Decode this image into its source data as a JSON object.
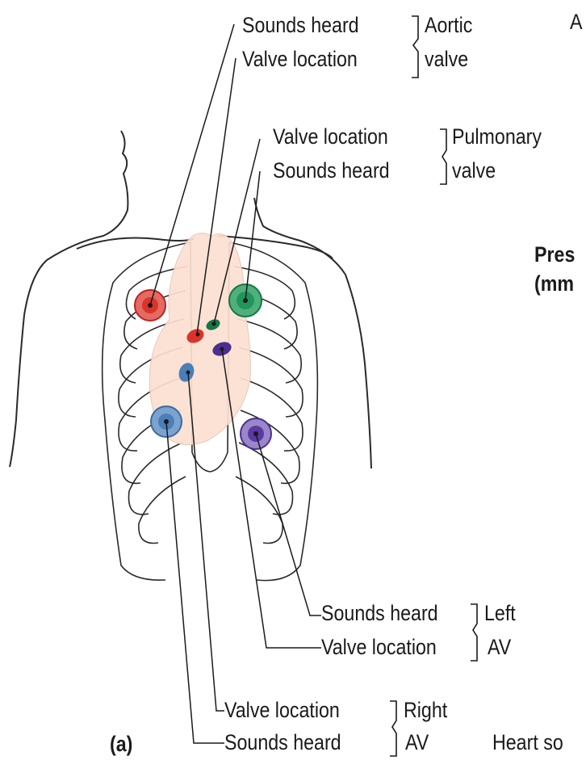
{
  "figure": {
    "panel_label": "(a)",
    "side_text": {
      "top_fragment": "A",
      "pressure_line1": "Pres",
      "pressure_line2": "(mm",
      "heart_sounds_fragment": "Heart so"
    }
  },
  "valves": {
    "aortic": {
      "line1": "Sounds heard",
      "line2": "Valve location",
      "name1": "Aortic",
      "name2": "valve",
      "color": "#d9342b"
    },
    "pulmonary": {
      "line1": "Valve location",
      "line2": "Sounds heard",
      "name1": "Pulmonary",
      "name2": "valve",
      "color": "#21965a"
    },
    "left_av": {
      "line1": "Sounds heard",
      "line2": "Valve location",
      "name1": "Left",
      "name2": "AV",
      "color": "#5a3aa3"
    },
    "right_av": {
      "line1": "Valve location",
      "line2": "Sounds heard",
      "name1": "Right",
      "name2": "AV",
      "color": "#4a7fb8"
    }
  },
  "colors": {
    "heart_fill": "#fbe0d2",
    "outline": "#2a2a2a"
  }
}
